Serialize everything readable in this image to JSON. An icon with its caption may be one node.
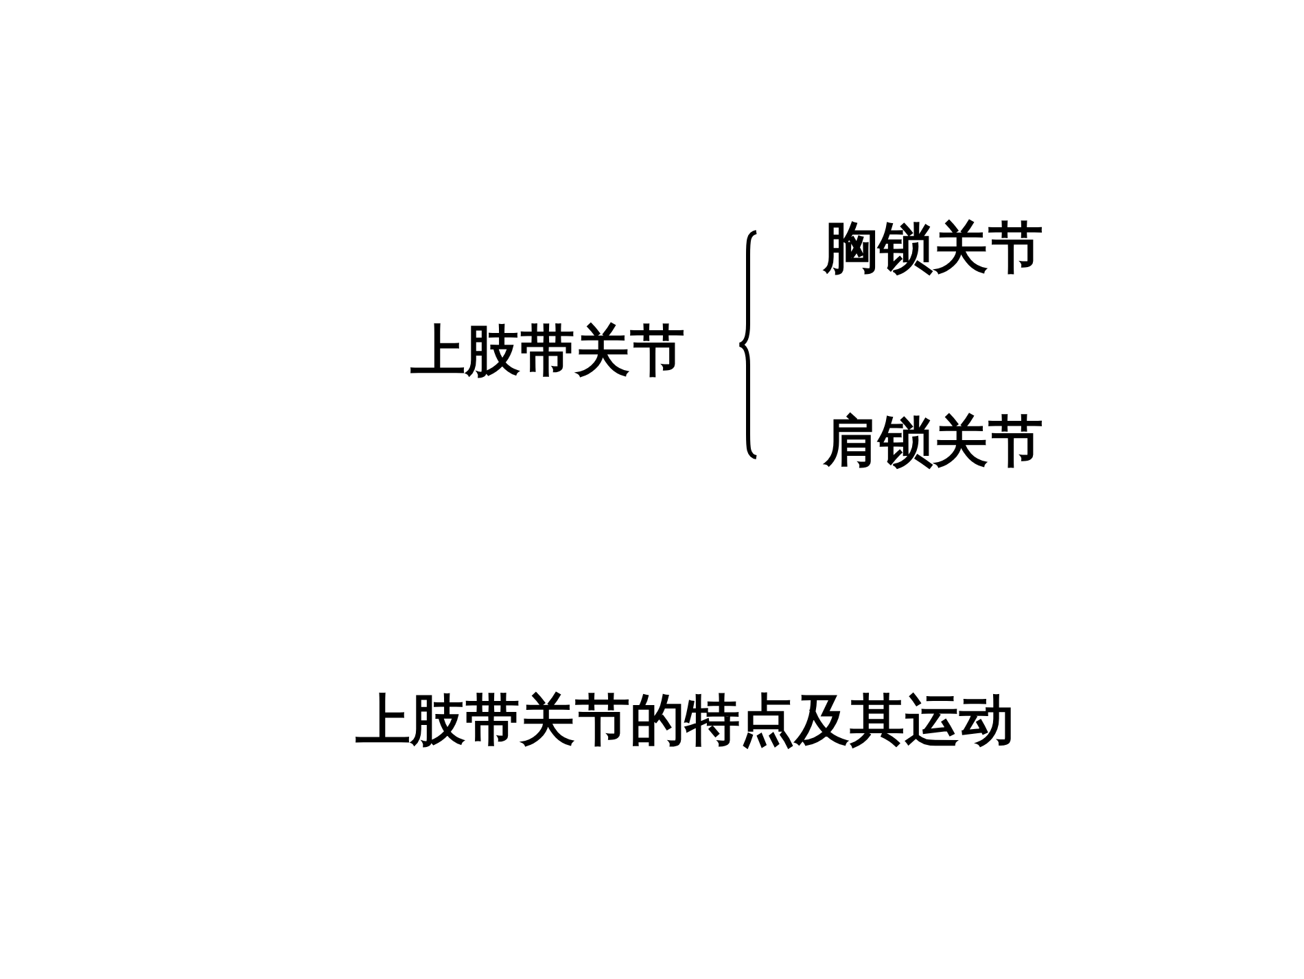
{
  "diagram": {
    "labels": [
      "胸锁关节",
      "上肢带关节",
      "肩锁关节",
      "上肢带关节的特点及其运动"
    ]
  }
}
